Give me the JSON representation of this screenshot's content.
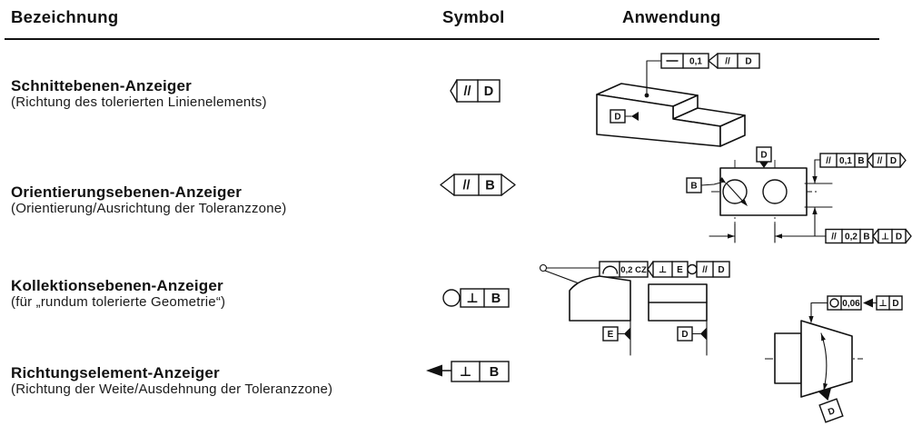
{
  "header": {
    "col1": "Bezeichnung",
    "col2": "Symbol",
    "col3": "Anwendung"
  },
  "rows": [
    {
      "title": "Schnittebenen-Anzeiger",
      "subtitle": "(Richtung des tolerierten Linienelements)",
      "symbol": {
        "kind": "intersection-plane-indicator",
        "cell1": "//",
        "cell2": "D"
      }
    },
    {
      "title": "Orientierungsebenen-Anzeiger",
      "subtitle": "(Orientierung/Ausrichtung der Toleranzzone)",
      "symbol": {
        "kind": "orientation-plane-indicator",
        "cell1": "//",
        "cell2": "B"
      }
    },
    {
      "title": "Kollektionsebenen-Anzeiger",
      "subtitle": "(für „rundum tolerierte Geometrie“)",
      "symbol": {
        "kind": "collection-plane-indicator",
        "cell1": "⊥",
        "cell2": "B"
      }
    },
    {
      "title": "Richtungselement-Anzeiger",
      "subtitle": "(Richtung der Weite/Ausdehnung der Toleranzzone)",
      "symbol": {
        "kind": "direction-element-indicator",
        "cell1": "⊥",
        "cell2": "B"
      }
    }
  ],
  "drawings": {
    "block": {
      "fcf": {
        "characteristic": "straightness",
        "tolerance": "0,1",
        "indicator": {
          "kind": "intersection-plane",
          "cell1": "//",
          "cell2": "D"
        }
      },
      "datum": "D"
    },
    "plate": {
      "fcf_top": {
        "characteristic": "//",
        "tolerance": "0,1",
        "datum": "B",
        "indicator": {
          "kind": "orientation-plane",
          "cell1": "//",
          "cell2": "D"
        }
      },
      "fcf_bottom": {
        "characteristic": "//",
        "tolerance": "0,2",
        "datum": "B",
        "indicator": {
          "kind": "orientation-plane",
          "cell1": "⊥",
          "cell2": "D"
        }
      },
      "datum_top": "D",
      "datum_left": "B"
    },
    "profiles": {
      "fcf": {
        "characteristic": "line-profile",
        "tolerance": "0,2 CZ",
        "intersection": {
          "cell1": "⊥",
          "cell2": "E"
        },
        "collection": {
          "cell1": "//",
          "cell2": "D"
        }
      },
      "datum_left": "E",
      "datum_right": "D"
    },
    "cone": {
      "fcf": {
        "characteristic": "roundness",
        "tolerance": "0,06",
        "direction": {
          "cell1": "⊥",
          "cell2": "D"
        }
      },
      "datum": "D"
    }
  },
  "colors": {
    "ink": "#111111",
    "paper": "#ffffff"
  }
}
